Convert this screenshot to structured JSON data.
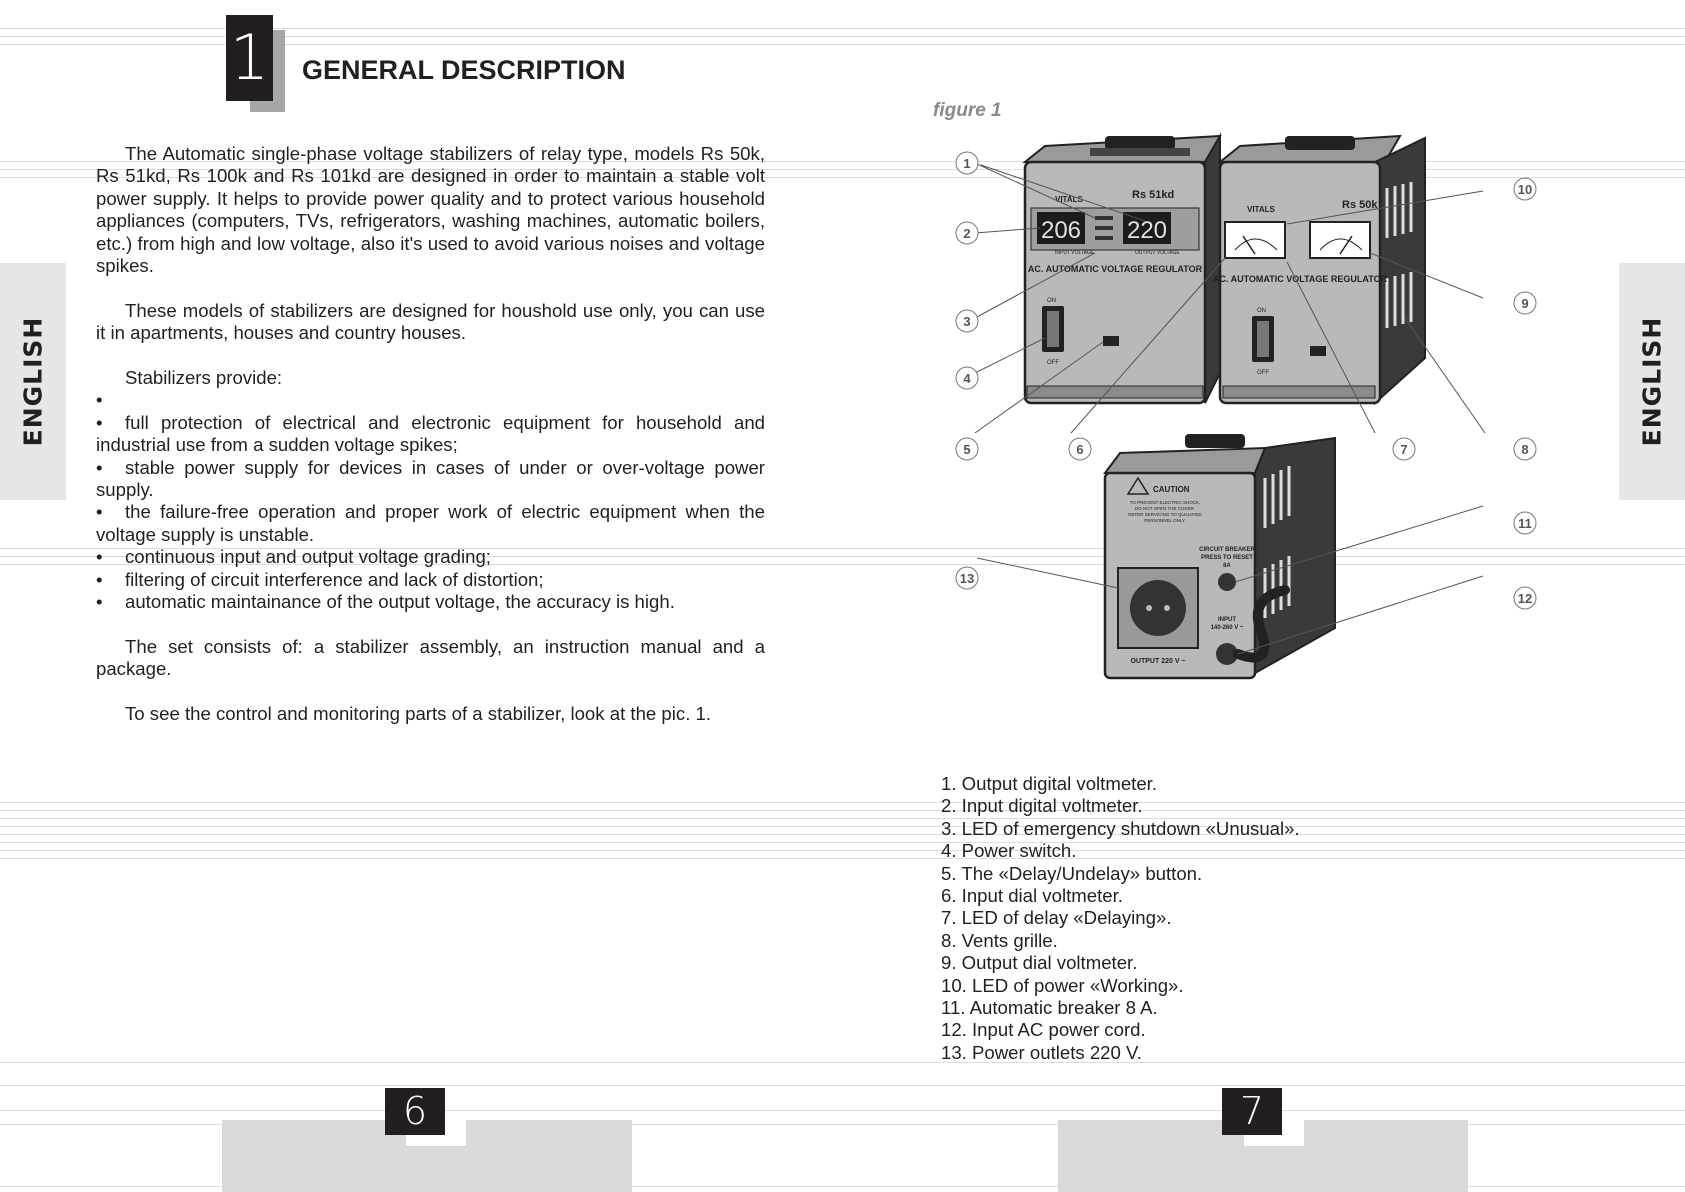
{
  "side_tab_left": "ENGLISH",
  "side_tab_right": "ENGLISH",
  "chapter_number": "1",
  "section_title": "GENERAL  DESCRIPTION",
  "intro_paragraphs": [
    "The Automatic single-phase voltage stabilizers of relay type, models Rs 50k, Rs 51kd, Rs 100k and Rs 101kd are designed in order to maintain a stable volt power supply. It helps to provide power quality and to protect various household appliances (computers, TVs, refrigerators, washing machines, automatic boilers, etc.) from high and low voltage, also it's used to avoid various noises and voltage spikes.",
    "These models of stabilizers are designed  for houshold use only, you can use it in apartments, houses and country houses.",
    "Stabilizers provide:"
  ],
  "bullet_char": "•",
  "bullets": [
    "",
    "full protection of electrical and electronic equipment for household and industrial use from a sudden voltage spikes;",
    "stable power supply for devices in cases of under or over-voltage power supply.",
    "the failure-free operation and proper work of electric equipment when the voltage supply is unstable.",
    "continuous input and output voltage grading;",
    "filtering of circuit interference and lack of distortion;",
    "automatic maintainance of the output voltage, the accuracy is high."
  ],
  "closing_paragraphs": [
    "The set consists of: a stabilizer assembly, an instruction manual and a package.",
    "To see the control and monitoring parts of a stabilizer, look at the pic. 1."
  ],
  "figure_label": "figure 1",
  "figure": {
    "unit1_model": "Rs 51kd",
    "unit2_model": "Rs 50k",
    "brand": "VITALS",
    "display_input": "206",
    "display_output": "220",
    "panel_title": "AC. AUTOMATIC VOLTAGE REGULATOR",
    "input_voltage_label": "INPUT VOLTAGE",
    "output_voltage_label": "OUTPUT VOLTAGE",
    "on_label": "ON",
    "off_label": "OFF",
    "caution_label": "CAUTION",
    "caution_text": [
      "TO PREVENT ELECTRIC SHOCK,",
      "DO NOT OPEN THE COVER.",
      "REFER SERVICING TO QUALIFIED",
      "PERSONNEL ONLY."
    ],
    "breaker_text": [
      "CIRCUIT BREAKER",
      "PRESS TO RESET",
      "8A"
    ],
    "input_text": [
      "INPUT",
      "140-260 V ~"
    ],
    "output_text": "OUTPUT 220 V ~",
    "callouts": [
      "1",
      "2",
      "3",
      "4",
      "5",
      "6",
      "7",
      "8",
      "9",
      "10",
      "11",
      "12",
      "13"
    ]
  },
  "legend": [
    "1. Output digital voltmeter.",
    "2. Input digital voltmeter.",
    "3. LED of emergency shutdown «Unusual».",
    "4. Power switch.",
    "5. The «Delay/Undelay» button.",
    "6. Input dial voltmeter.",
    "7. LED of delay «Delaying».",
    "8. Vents grille.",
    "9. Output dial voltmeter.",
    "10. LED of power «Working».",
    "11. Automatic breaker  8 A.",
    "12. Input AC power cord.",
    "13. Power outlets 220 V."
  ],
  "page_left": "6",
  "page_right": "7"
}
